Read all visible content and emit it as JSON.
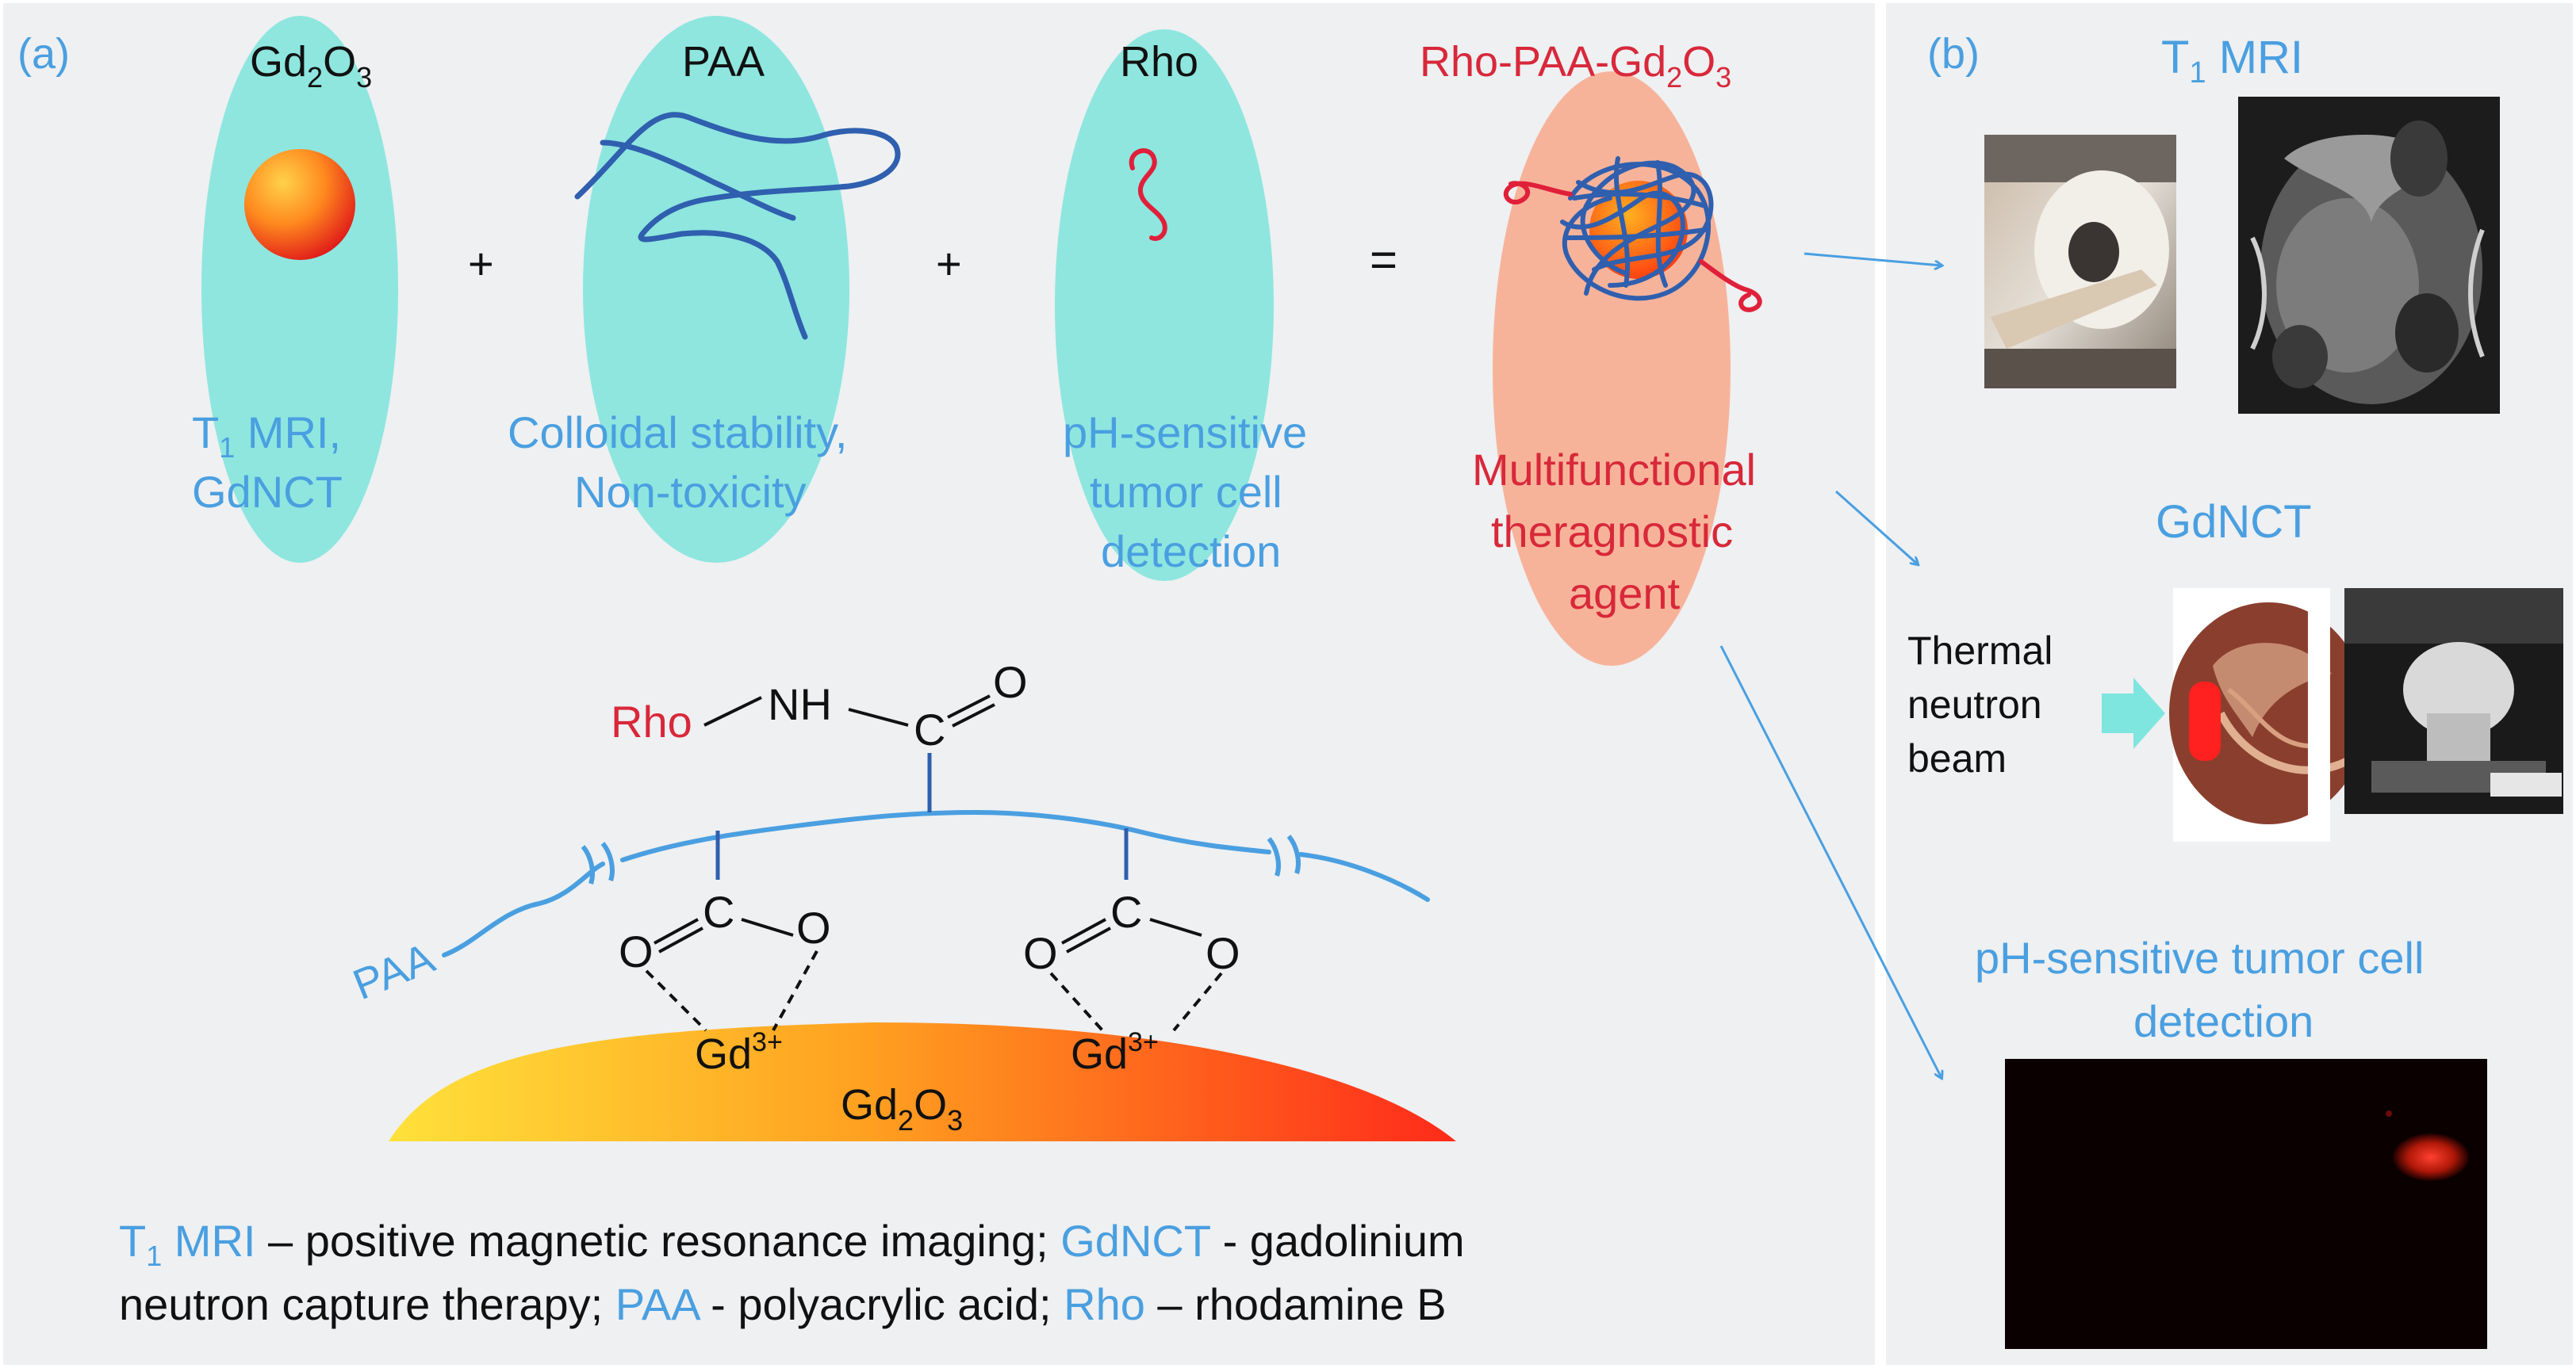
{
  "panel_a": {
    "label": "(a)",
    "components": {
      "gd2o3": {
        "name_main": "Gd",
        "name_sub1": "2",
        "name_mid": "O",
        "name_sub2": "3",
        "desc_line1_main": "T",
        "desc_line1_sub": "1",
        "desc_line1_rest": " MRI,",
        "desc_line2": "GdNCT"
      },
      "paa": {
        "name": "PAA",
        "desc_line1": "Colloidal  stability,",
        "desc_line2": "Non-toxicity"
      },
      "rho": {
        "name": "Rho",
        "desc_line1": "pH-sensitive",
        "desc_line2": "tumor cell",
        "desc_line3": "detection"
      },
      "result": {
        "name_pre": "Rho-PAA-Gd",
        "name_sub1": "2",
        "name_mid": "O",
        "name_sub2": "3",
        "desc_line1": "Multifunctional",
        "desc_line2": "theragnostic",
        "desc_line3": "agent"
      }
    },
    "operators": {
      "plus1": "+",
      "plus2": "+",
      "equals": "="
    },
    "chemistry": {
      "rho": "Rho",
      "nh": "NH",
      "c_top": "C",
      "o_top": "O",
      "c_left": "C",
      "o_left_a": "O",
      "o_left_b": "O",
      "c_right": "C",
      "o_right_a": "O",
      "o_right_b": "O",
      "gd_left": "Gd",
      "gd_left_sup": "3+",
      "gd_right": "Gd",
      "gd_right_sup": "3+",
      "paa_label": "PAA",
      "surface_main": "Gd",
      "surface_sub1": "2",
      "surface_mid": "O",
      "surface_sub2": "3"
    },
    "legend": {
      "line1": {
        "t1_main": "T",
        "t1_sub": "1",
        "t1_rest": " MRI",
        "t1_def": " – positive magnetic resonance imaging; ",
        "gdnct": "GdNCT",
        "gdnct_def": " - gadolinium"
      },
      "line2": {
        "gdnct_def_cont": "neutron capture therapy; ",
        "paa": "PAA",
        "paa_def": " - polyacrylic acid;  ",
        "rho": "Rho",
        "rho_def": " – rhodamine B"
      }
    }
  },
  "panel_b": {
    "label": "(b)",
    "mri_title_main": "T",
    "mri_title_sub": "1",
    "mri_title_rest": " MRI",
    "gdnct_title": "GdNCT",
    "beam_line1": "Thermal",
    "beam_line2": "neutron",
    "beam_line3": "beam",
    "detection_line1": "pH-sensitive tumor cell",
    "detection_line2": "detection"
  },
  "colors": {
    "blue_text": "#4a9fe0",
    "red_text": "#d8283a",
    "cyan_ellipse": "#8ee6df",
    "salmon_ellipse": "#f7b39a",
    "panel_bg": "#eef0f2",
    "polymer_blue": "#2f5fae"
  }
}
